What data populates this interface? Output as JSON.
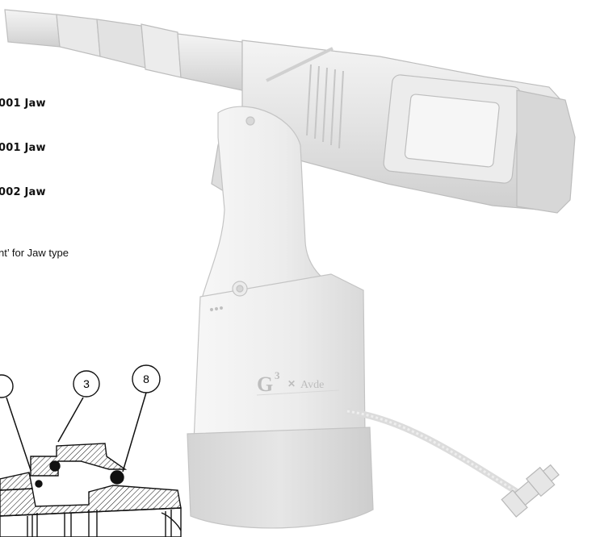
{
  "jaw_labels": [
    "001 Jaw",
    "001 Jaw",
    "002 Jaw"
  ],
  "note_text": "nt’ for Jaw type",
  "balloons": [
    "3",
    "8"
  ],
  "tool_brand": {
    "model": "G",
    "model_superscript": "3",
    "maker": "Avde"
  }
}
